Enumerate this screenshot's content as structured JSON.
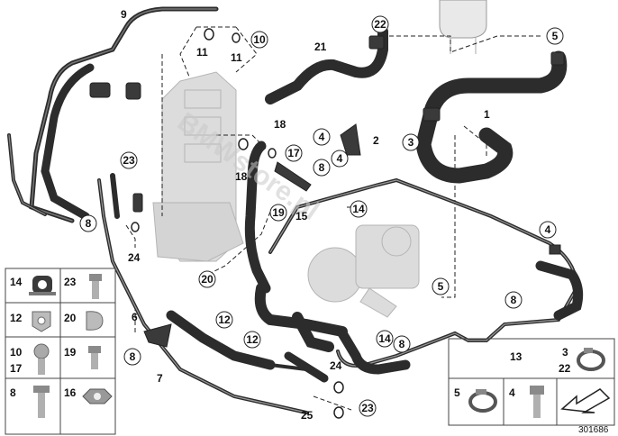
{
  "diagram": {
    "watermark": "BMWstore.pl",
    "figure_number": "301686",
    "plain_callouts": [
      "9",
      "11",
      "11",
      "21",
      "1",
      "2",
      "18",
      "18",
      "15",
      "24",
      "6",
      "7",
      "13",
      "24",
      "25"
    ],
    "circled_callouts": [
      "10",
      "17",
      "22",
      "5",
      "3",
      "4",
      "4",
      "8",
      "23",
      "8",
      "14",
      "19",
      "20",
      "5",
      "4",
      "12",
      "12",
      "8",
      "14",
      "8",
      "23",
      "8"
    ],
    "legend_left": [
      {
        "labels": [
          "14"
        ],
        "icon": "clamp-bracket-icon"
      },
      {
        "labels": [
          "23"
        ],
        "icon": "bolt-icon"
      },
      {
        "labels": [
          "12"
        ],
        "icon": "hose-clip-icon"
      },
      {
        "labels": [
          "20"
        ],
        "icon": "clip-icon"
      },
      {
        "labels": [
          "10",
          "17"
        ],
        "icon": "banjo-bolt-icon"
      },
      {
        "labels": [
          "19"
        ],
        "icon": "bolt-icon"
      },
      {
        "labels": [
          "8"
        ],
        "icon": "screw-icon"
      },
      {
        "labels": [
          "16"
        ],
        "icon": "hex-nut-icon"
      }
    ],
    "legend_right": [
      {
        "labels": [
          "3",
          "22"
        ],
        "icon": "hose-clamp-icon"
      },
      {
        "labels": [
          "5"
        ],
        "icon": "hose-clamp-icon"
      },
      {
        "labels": [
          "4"
        ],
        "icon": "screw-icon"
      },
      {
        "labels": [],
        "icon": "arrow-icon"
      }
    ]
  }
}
